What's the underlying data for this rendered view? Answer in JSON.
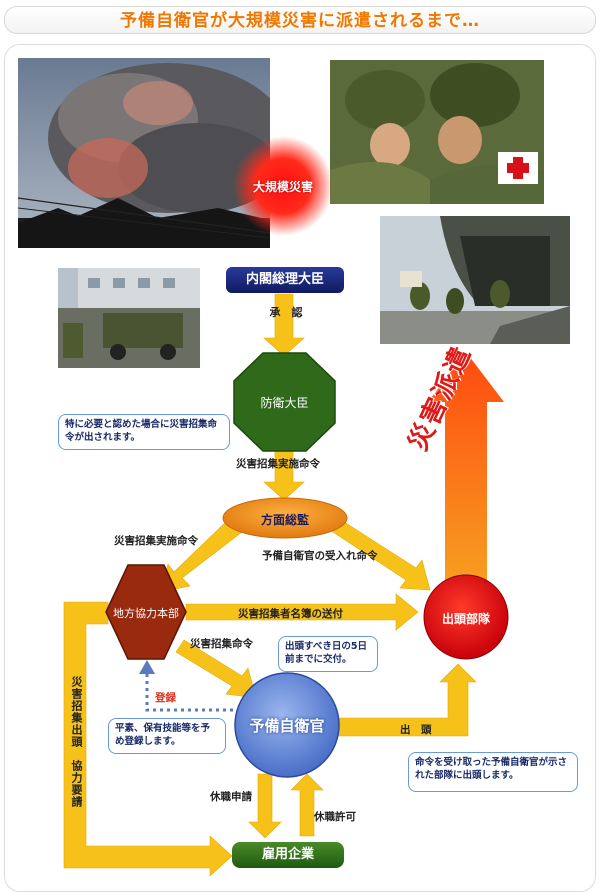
{
  "title": "予備自衛官が大規模災害に派遣されるまで…",
  "disaster_badge": "大規模災害",
  "nodes": {
    "pm": "内閣総理大臣",
    "defense_minister": "防衛大臣",
    "army": "方面総監",
    "pco": "地方協力本部",
    "reservist": "予備自衛官",
    "unit": "出頭部隊",
    "employer": "雇用企業"
  },
  "edges": {
    "approval": "承　認",
    "call_order_1": "災害招集実施命令",
    "call_order_2": "災害招集実施命令",
    "acceptance_order": "予備自衛官の受入れ命令",
    "roster": "災害招集者名簿の送付",
    "call_order_3": "災害招集命令",
    "register": "登録",
    "appear": "出　頭",
    "leave_request": "休職申請",
    "leave_permit": "休職許可",
    "employer_request": "災害招集出頭　協力要請",
    "dispatch": "災害派遣"
  },
  "callouts": {
    "special": "特に必要と認めた場合に災害招集命令が出されます。",
    "delivery": "出頭すべき日の5日前までに交付。",
    "registration": "平素、保有技能等を予め登録します。",
    "report": "命令を受け取った予備自衛官が示された部隊に出頭します。"
  },
  "colors": {
    "title": "#f07800",
    "navy": "#16207a",
    "yellow_arrow": "#f6c21a",
    "orange_node": "#f29120",
    "red_unit": "#e0101a",
    "green_node": "#2f6a1a",
    "pco_brown": "#9a2a0e",
    "reservist_blue": "#6a8fd8",
    "dispatch_red": "#e01818"
  },
  "icons": [
    "eruption-photo",
    "soldiers-photo",
    "vehicles-photo",
    "helicopter-photo"
  ]
}
